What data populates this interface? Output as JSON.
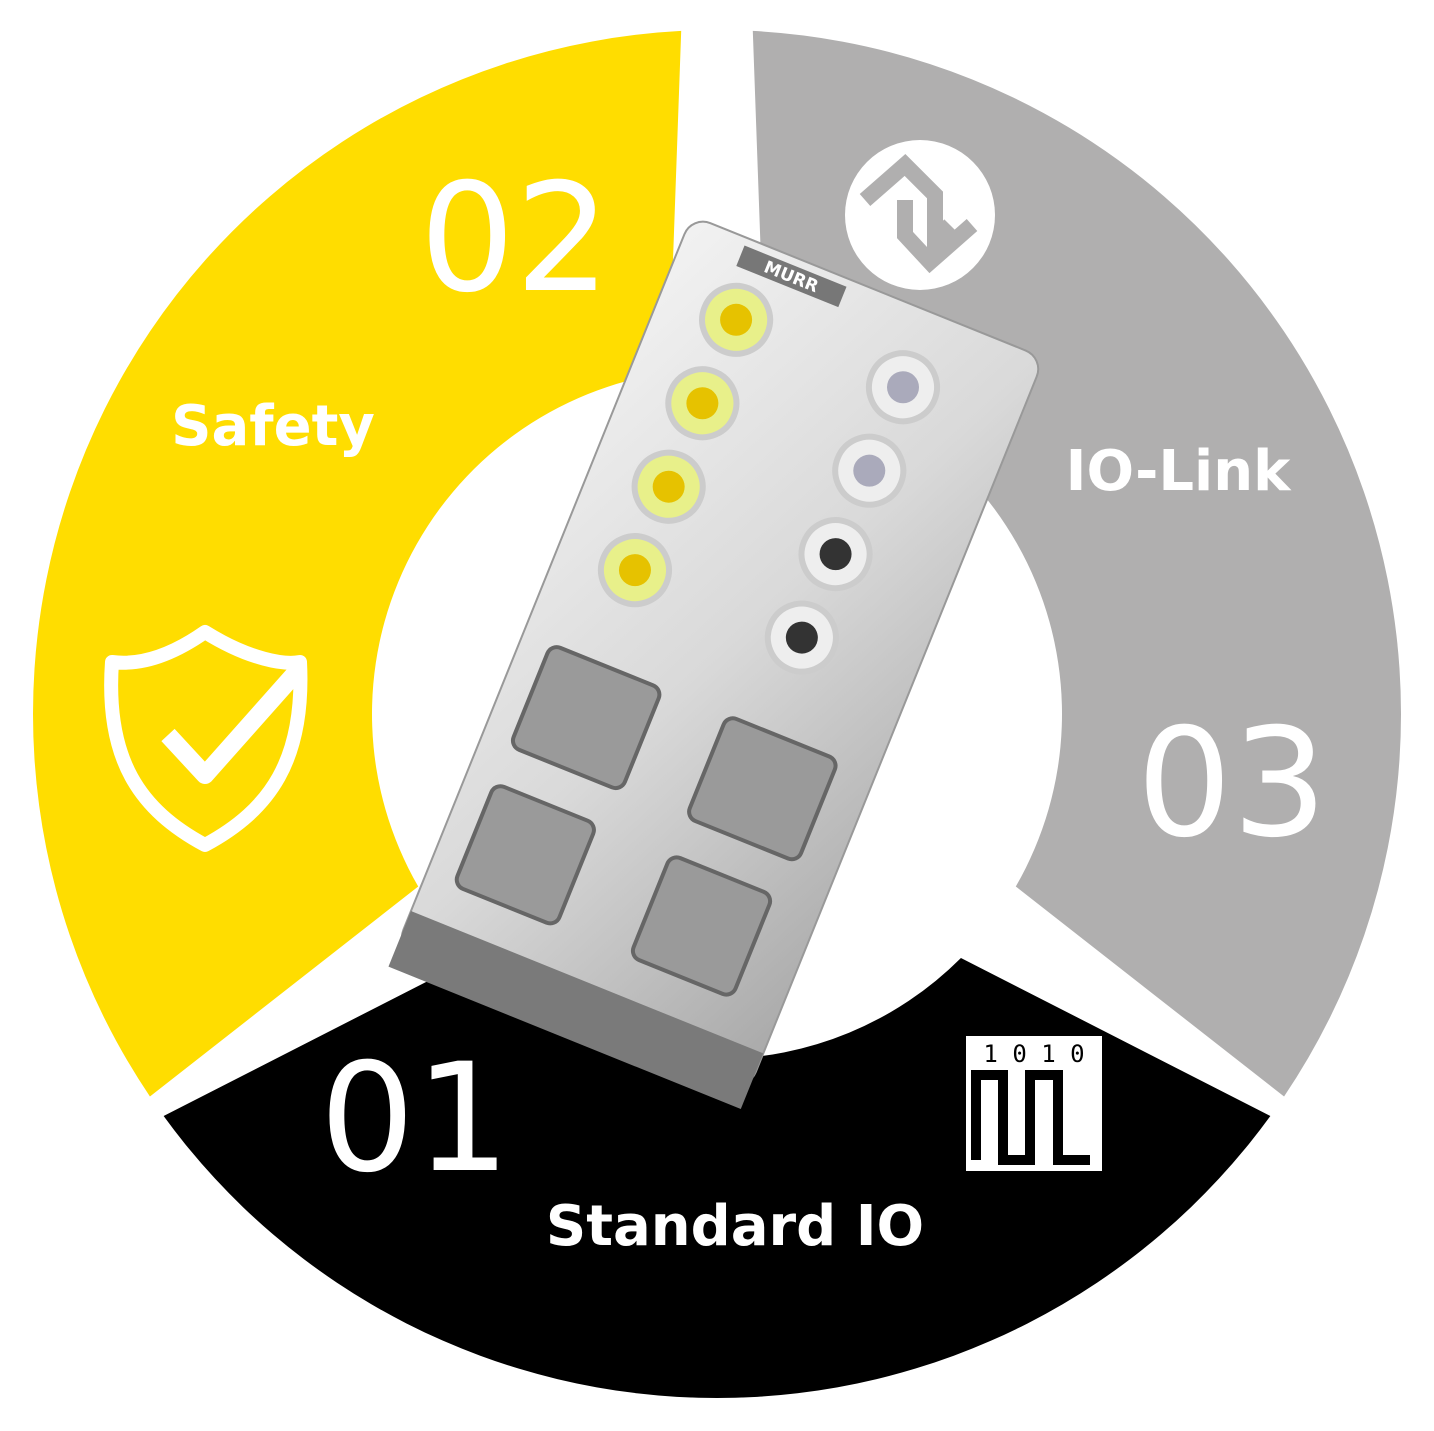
{
  "colors": {
    "safety": "#FFDD00",
    "iolink": "#B0AFAF",
    "standard": "#000000",
    "text": "#FFFFFF"
  },
  "segments": [
    {
      "number": "01",
      "label": "Standard IO",
      "icon": "digital-signal-icon",
      "icon_text": "1 0 1 0"
    },
    {
      "number": "02",
      "label": "Safety",
      "icon": "shield-check-icon"
    },
    {
      "number": "03",
      "label": "IO-Link",
      "icon": "io-link-icon"
    }
  ],
  "device": {
    "brand": "MURR"
  }
}
